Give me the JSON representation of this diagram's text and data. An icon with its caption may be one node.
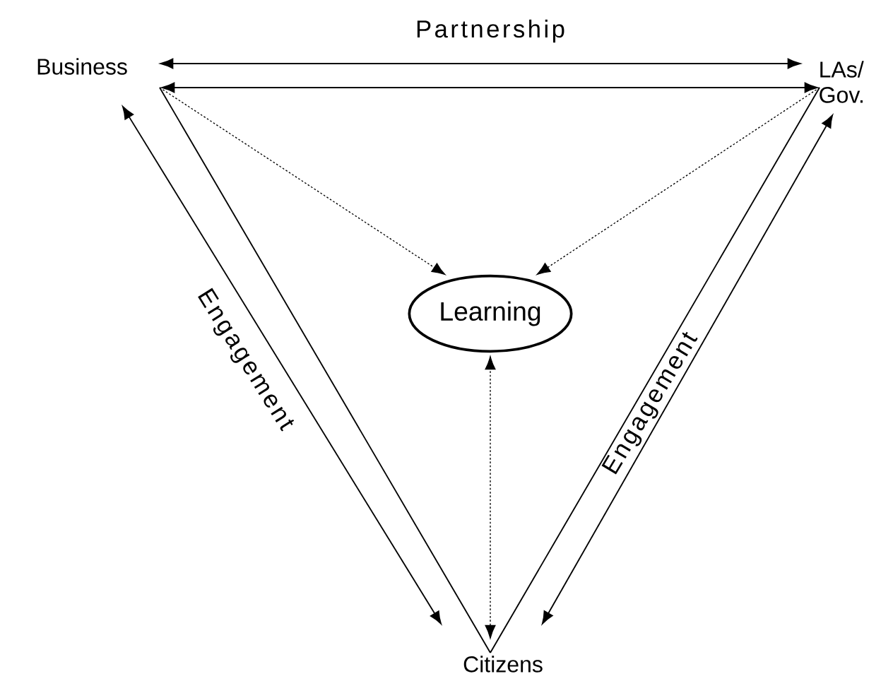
{
  "diagram": {
    "nodes": [
      {
        "text": [
          "Business"
        ]
      },
      {
        "text": [
          "LAs/ Gov."
        ]
      },
      {
        "text": [
          "Learning"
        ]
      },
      {
        "text": [
          "Citizens"
        ]
      }
    ],
    "edges": [
      {
        "from": 0,
        "to": 1,
        "arrow": "both",
        "label": "Partnership"
      },
      {
        "from": 0,
        "to": 1,
        "arrow": "both"
      },
      {
        "from": 0,
        "to": 3,
        "arrow": "none"
      },
      {
        "from": 1,
        "to": 3,
        "arrow": "none"
      },
      {
        "from": 0,
        "to": 3,
        "arrow": "both",
        "label": "Engagement"
      },
      {
        "from": 1,
        "to": 3,
        "arrow": "both",
        "label": "Engagement"
      },
      {
        "from": 0,
        "to": 2,
        "arrow": "to",
        "style": "dashed"
      },
      {
        "from": 1,
        "to": 2,
        "arrow": "to",
        "style": "dashed"
      },
      {
        "from": 3,
        "to": 2,
        "arrow": "both",
        "style": "dashed"
      }
    ]
  }
}
